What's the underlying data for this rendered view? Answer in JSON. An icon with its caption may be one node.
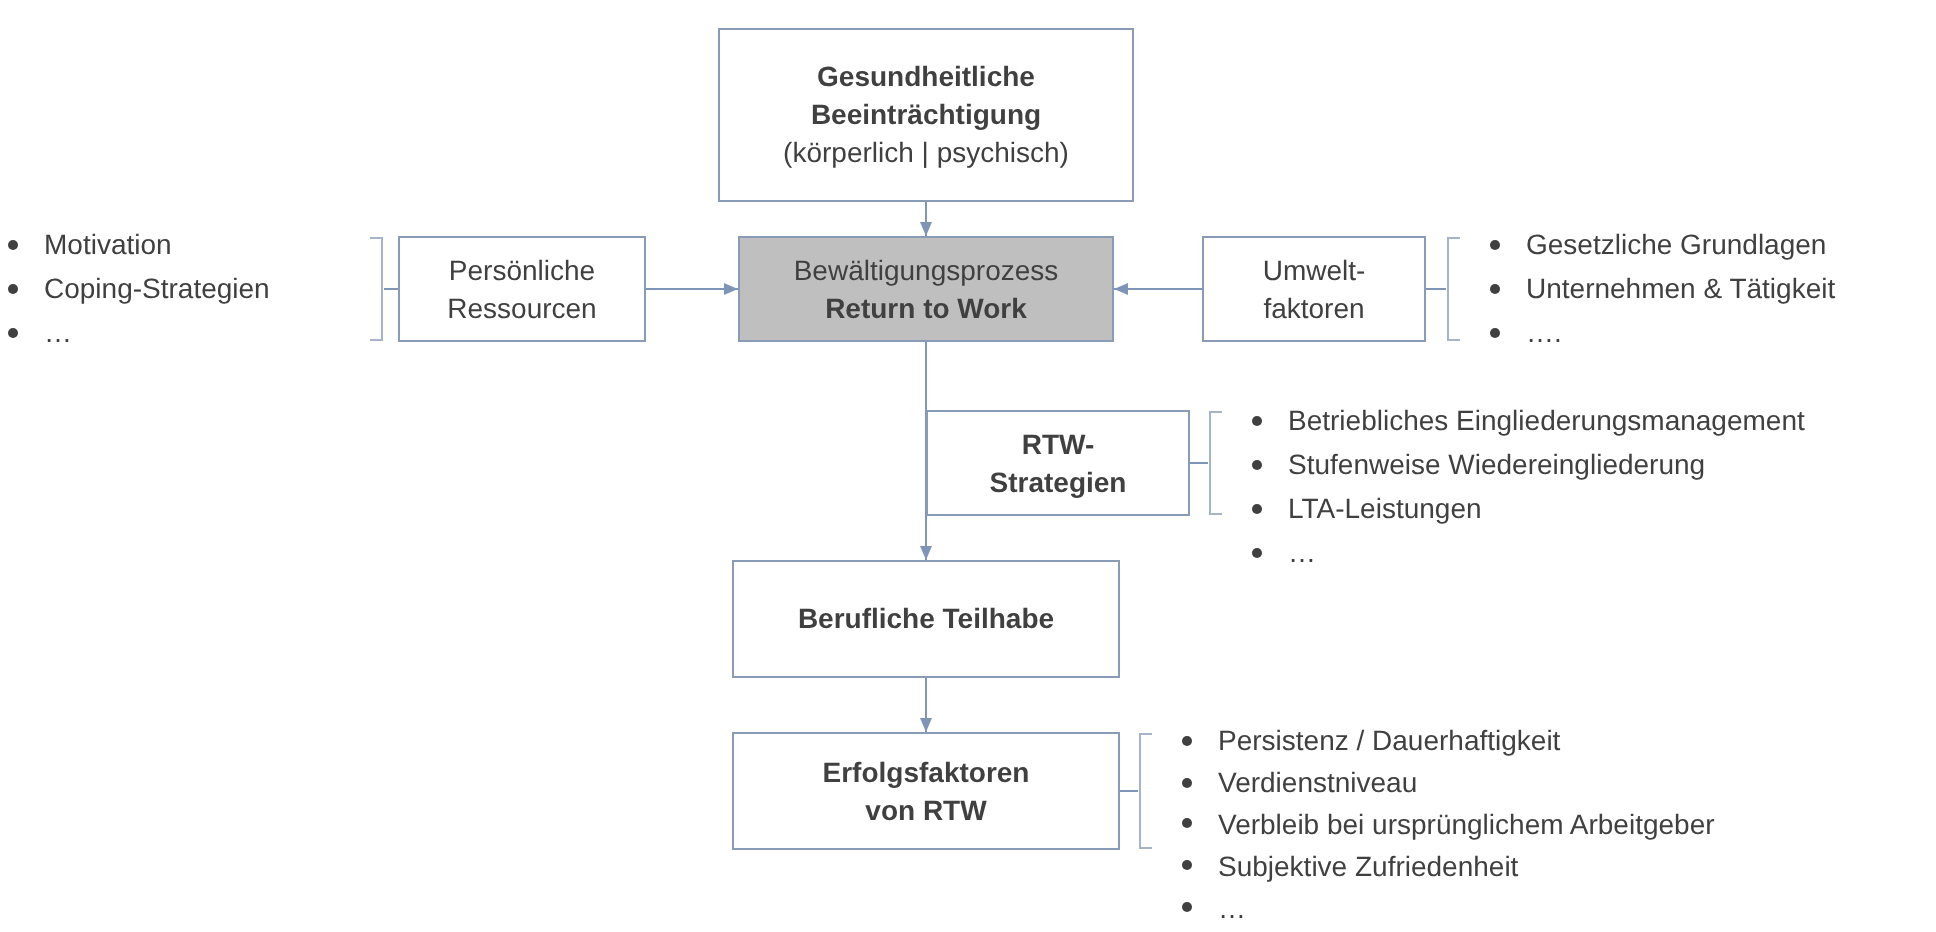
{
  "diagram": {
    "nodes": [
      {
        "text": [
          "Gesundheitliche Beeinträchtigung",
          "(körperlich | psychisch)"
        ]
      },
      {
        "text": [
          "Persönliche Ressourcen"
        ]
      },
      {
        "text": [
          "Bewältigungsprozess **Return to Work**"
        ]
      },
      {
        "text": [
          "Umwelt- faktoren"
        ]
      },
      {
        "text": [
          "RTW- Strategien"
        ]
      },
      {
        "text": [
          "Berufliche Teilhabe"
        ]
      },
      {
        "text": [
          "Erfolgsfaktoren von RTW"
        ]
      },
      {
        "text": [
          "Motivation",
          "Coping-Strategien",
          "…"
        ]
      },
      {
        "text": [
          "Gesetzliche Grundlagen",
          "Unternehmen & Tätigkeit",
          "…."
        ]
      },
      {
        "text": [
          "Betriebliches Eingliederungsmanagement",
          "Stufenweise Wiedereingliederung",
          "LTA-Leistungen",
          "…"
        ]
      },
      {
        "text": [
          "Persistenz / Dauerhaftigkeit",
          "Verdienstniveau",
          "Verbleib bei ursprünglichem Arbeitgeber",
          "Subjektive Zufriedenheit",
          "…"
        ]
      }
    ],
    "edges": [
      {
        "from": 0,
        "to": 2,
        "arrow": "to"
      },
      {
        "from": 1,
        "to": 2,
        "arrow": "to"
      },
      {
        "from": 3,
        "to": 2,
        "arrow": "to"
      },
      {
        "from": 2,
        "to": 5,
        "arrow": "to"
      },
      {
        "from": 5,
        "to": 6,
        "arrow": "to"
      },
      {
        "from": 7,
        "to": 1,
        "arrow": "none"
      },
      {
        "from": 8,
        "to": 3,
        "arrow": "none"
      },
      {
        "from": 9,
        "to": 4,
        "arrow": "none"
      },
      {
        "from": 10,
        "to": 6,
        "arrow": "none"
      }
    ]
  }
}
